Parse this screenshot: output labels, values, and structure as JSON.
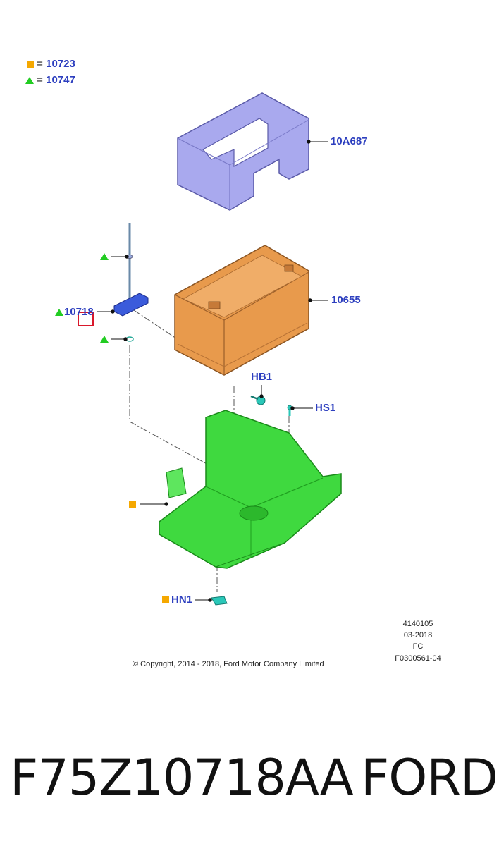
{
  "legend": {
    "square_code": "10723",
    "triangle_code": "10747",
    "square_color": "#f5a800",
    "triangle_color": "#22cc22"
  },
  "callouts": {
    "cover": "10A687",
    "battery": "10655",
    "clamp": "10718",
    "bolt_hb1": "HB1",
    "stud_hs1": "HS1",
    "nut_hn1": "HN1"
  },
  "meta": {
    "line1": "4140105",
    "line2": "03-2018",
    "line3": "FC",
    "line4": "F0300561-04"
  },
  "copyright": "© Copyright, 2014 - 2018, Ford Motor Company Limited",
  "footer": {
    "part_number": "F75Z10718AA",
    "brand": "FORD"
  },
  "colors": {
    "label_blue": "#2d3fbf",
    "cover_fill": "#a9a9ee",
    "battery_fill": "#e89a4c",
    "tray_fill": "#3fd93f",
    "clamp_fill": "#3b5bdb",
    "highlight_red": "#d9182b"
  }
}
